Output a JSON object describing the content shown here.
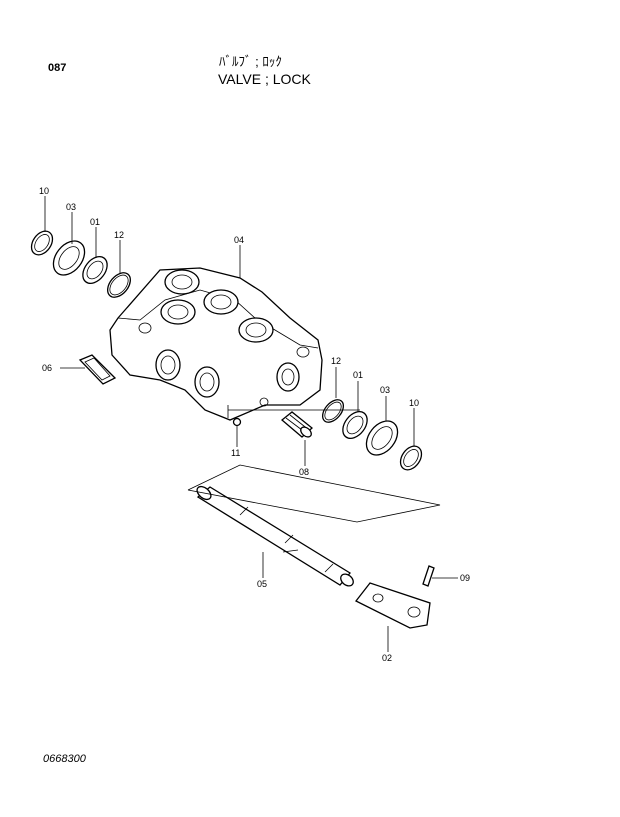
{
  "header": {
    "page_number": "087",
    "title_jp": "ﾊﾞﾙﾌﾞ ; ﾛｯｸ",
    "title_en": "VALVE ; LOCK"
  },
  "footer": {
    "document_number": "0668300"
  },
  "callouts": {
    "c10a": "10",
    "c03a": "03",
    "c01a": "01",
    "c12a": "12",
    "c04": "04",
    "c06": "06",
    "c12b": "12",
    "c01b": "01",
    "c03b": "03",
    "c10b": "10",
    "c11": "11",
    "c08": "08",
    "c05": "05",
    "c09": "09",
    "c02": "02"
  }
}
